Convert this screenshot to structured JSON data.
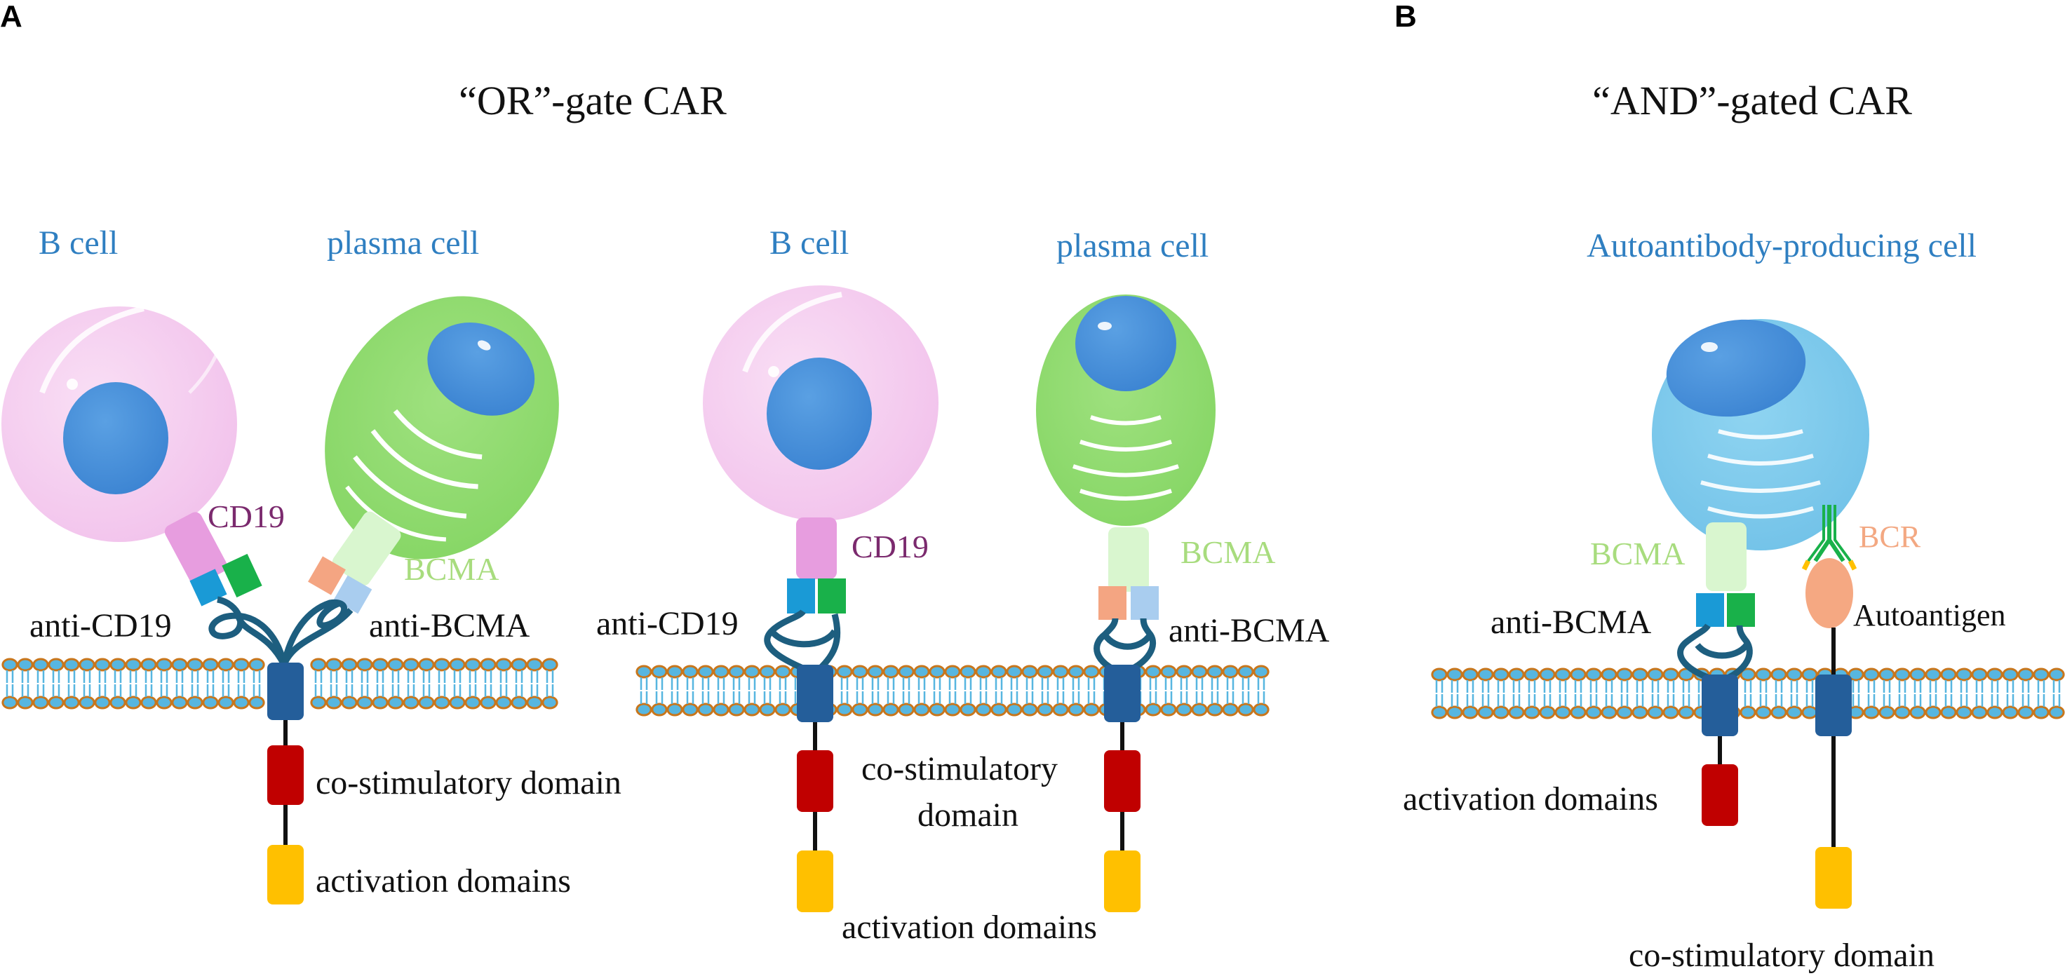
{
  "panels": {
    "a_letter": "A",
    "b_letter": "B"
  },
  "titles": {
    "or_gate": "“OR”-gate CAR",
    "and_gate": "“AND”-gated CAR"
  },
  "labels": {
    "b_cell": "B cell",
    "plasma_cell": "plasma cell",
    "autoantibody_cell": "Autoantibody-producing cell",
    "cd19": "CD19",
    "bcma": "BCMA",
    "anti_cd19": "anti-CD19",
    "anti_bcma": "anti-BCMA",
    "costim_domain": "co-stimulatory domain",
    "costim_line1": "co-stimulatory",
    "costim_line2": "domain",
    "activation_domains": "activation domains",
    "bcr": "BCR",
    "autoantigen": "Autoantigen"
  },
  "colors": {
    "b_cell": "#f5cdef",
    "plasma_cell": "#8fdb6e",
    "autoantibody_cell": "#7fcbeb",
    "nucleus": "#4a90d9",
    "cd19": "#e79ddf",
    "bcma": "#d9f6cf",
    "scfv_blue": "#1a9ad6",
    "scfv_green": "#19b14a",
    "scfv_peach": "#f4a582",
    "scfv_lightblue": "#a9cdef",
    "hinge": "#1d5e7f",
    "transmembrane": "#245e9a",
    "costim": "#c00000",
    "activation": "#ffc000",
    "membrane_head": "#57b6e0",
    "membrane_edge": "#c8761c",
    "autoantigen": "#f5a882",
    "bcr": "#19b14a"
  }
}
